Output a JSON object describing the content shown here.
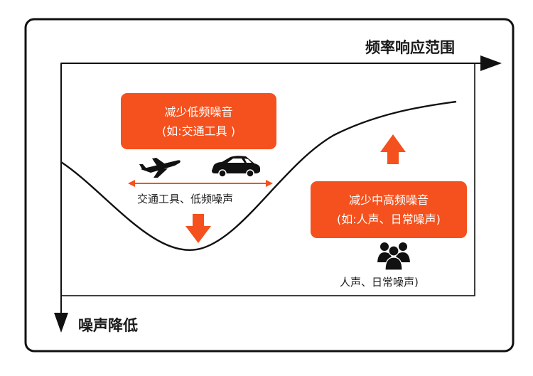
{
  "axes": {
    "x_label": "频率响应范围",
    "y_label": "噪声降低"
  },
  "callouts": {
    "low": {
      "line1": "减少低频噪音",
      "line2": "(如:交通工具 )"
    },
    "high": {
      "line1": "减少中高频噪音",
      "line2": "(如:人声、日常噪声)"
    }
  },
  "labels": {
    "low_source": "交通工具、低频噪声",
    "high_source": "人声、日常噪声)"
  },
  "icons": [
    "airplane-icon",
    "car-icon",
    "people-icon",
    "arrow-down-icon",
    "arrow-up-icon",
    "double-arrow-icon"
  ],
  "colors": {
    "accent": "#f4511e",
    "line": "#111111"
  }
}
